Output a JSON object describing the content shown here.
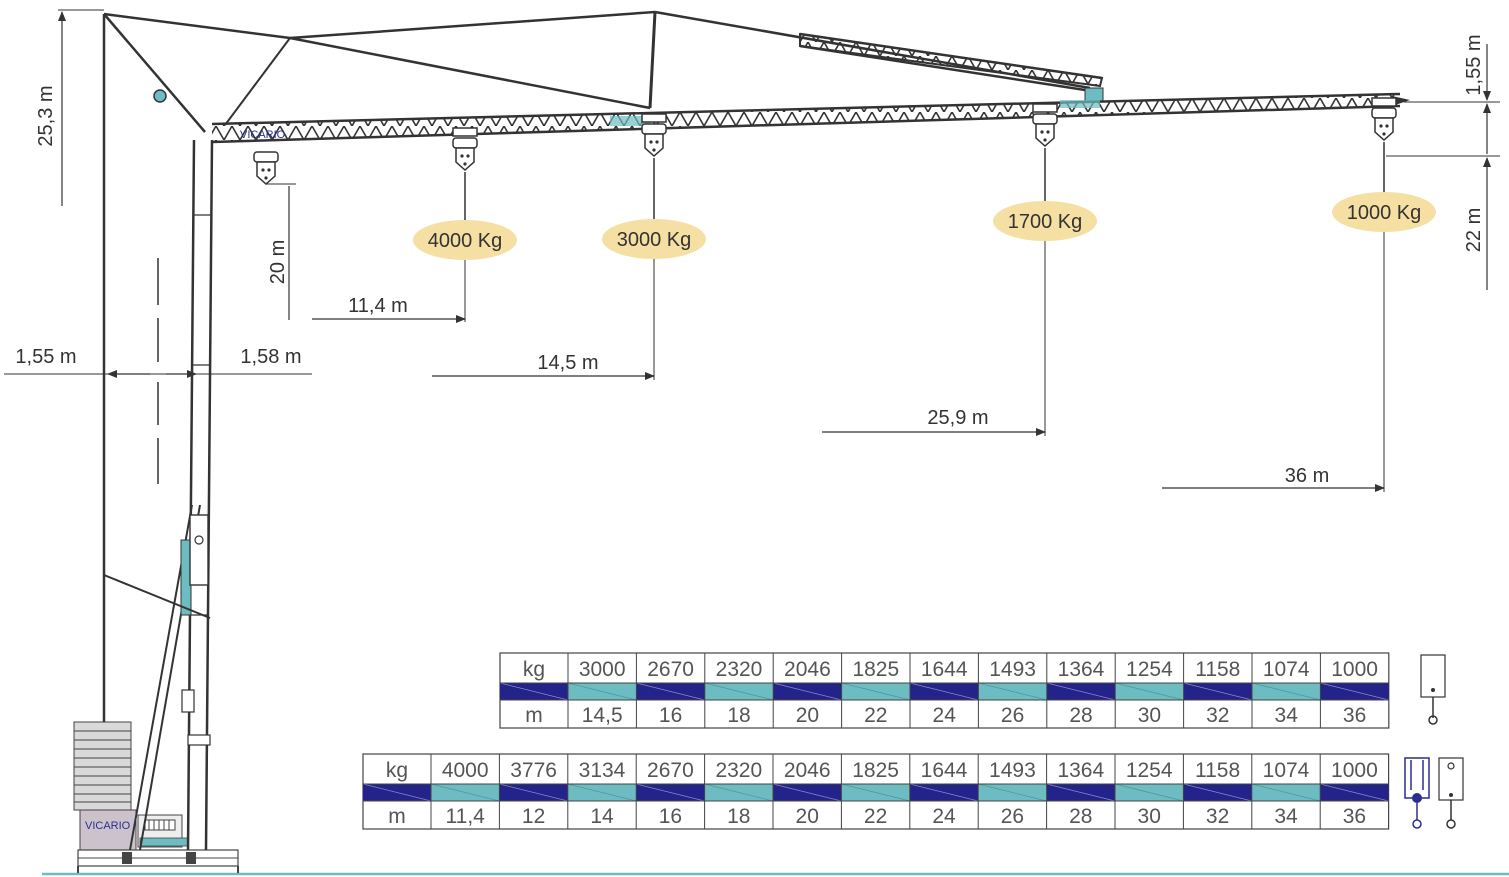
{
  "brand": "VICARIO",
  "colors": {
    "structure": "#3a3a3a",
    "load_badge": "#f6dfa3",
    "band_dark": "#23238a",
    "band_light": "#6cbcc2",
    "table_text": "#555555",
    "ground": "#6cbcc2"
  },
  "dimensions": {
    "tower_height": "25,3 m",
    "tip_offset": "1,55 m",
    "tip_hook_height": "22 m",
    "hook_height_near": "20 m",
    "left_base": "1,55 m",
    "right_base": "1,58 m",
    "reach_1": "11,4 m",
    "reach_2": "14,5 m",
    "reach_3": "25,9 m",
    "reach_4": "36 m"
  },
  "loads": [
    {
      "label": "4000 Kg",
      "reach": "11,4 m"
    },
    {
      "label": "3000 Kg",
      "reach": "14,5 m"
    },
    {
      "label": "1700 Kg",
      "reach": "25,9 m"
    },
    {
      "label": "1000 Kg",
      "reach": "36 m"
    }
  ],
  "tables": [
    {
      "unit_load": "kg",
      "unit_dist": "m",
      "loads": [
        "3000",
        "2670",
        "2320",
        "2046",
        "1825",
        "1644",
        "1493",
        "1364",
        "1254",
        "1158",
        "1074",
        "1000"
      ],
      "dists": [
        "14,5",
        "16",
        "18",
        "20",
        "22",
        "24",
        "26",
        "28",
        "30",
        "32",
        "34",
        "36"
      ],
      "hook_icon": "single-fall-hook-icon"
    },
    {
      "unit_load": "kg",
      "unit_dist": "m",
      "loads": [
        "4000",
        "3776",
        "3134",
        "2670",
        "2320",
        "2046",
        "1825",
        "1644",
        "1493",
        "1364",
        "1254",
        "1158",
        "1074",
        "1000"
      ],
      "dists": [
        "11,4",
        "12",
        "14",
        "16",
        "18",
        "20",
        "22",
        "24",
        "26",
        "28",
        "30",
        "32",
        "34",
        "36"
      ],
      "hook_icon": "double-fall-hook-icon"
    }
  ]
}
